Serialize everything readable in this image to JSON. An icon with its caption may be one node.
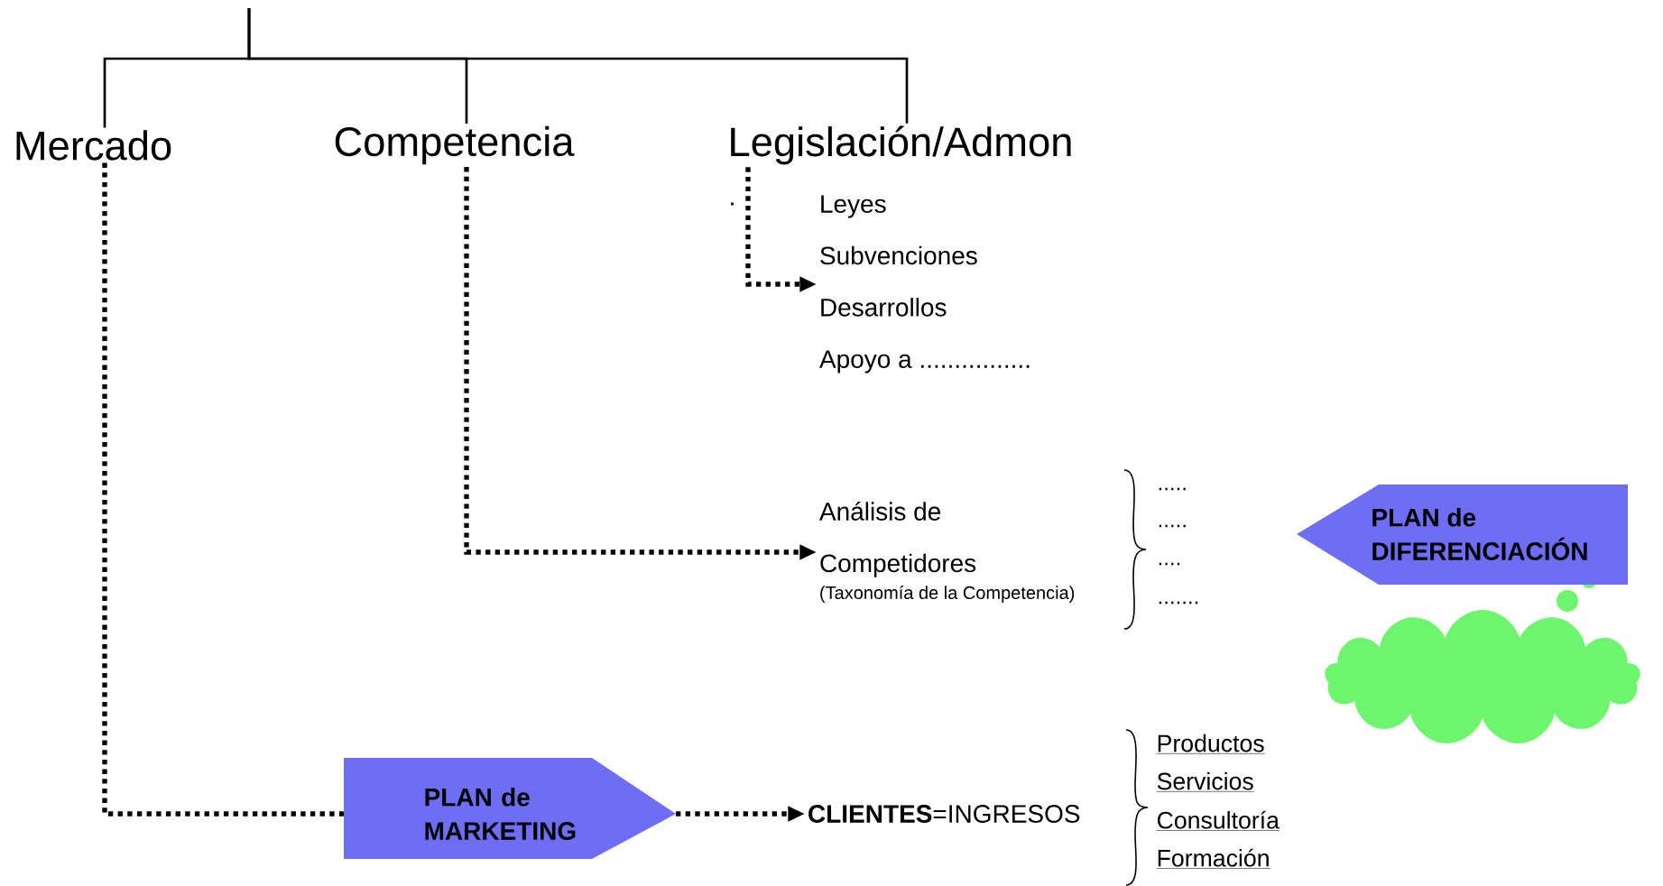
{
  "diagram": {
    "nodes": [
      {
        "text": [
          "Mercado"
        ]
      },
      {
        "text": [
          "Competencia"
        ]
      },
      {
        "text": [
          "Legislación/Admon"
        ]
      },
      {
        "text": [
          "Leyes",
          "Subvenciones",
          "Desarrollos",
          "Apoyo a ................"
        ]
      },
      {
        "text": [
          "Análisis de Competidores",
          "(Taxonomía de la Competencia)"
        ]
      },
      {
        "text": [
          "**CLIENTES**=INGRESOS"
        ]
      },
      {
        "text": [
          "PLAN de MARKETING"
        ]
      },
      {
        "text": [
          "PLAN de DIFERENCIACIÓN"
        ]
      },
      {
        "text": [],
        "shape": "cloud"
      }
    ],
    "edges": [
      {
        "from": null,
        "to": 0,
        "arrow": "none"
      },
      {
        "from": null,
        "to": 1,
        "arrow": "none"
      },
      {
        "from": null,
        "to": 2,
        "arrow": "none"
      },
      {
        "from": 2,
        "to": 3,
        "arrow": "to",
        "style": "dashed"
      },
      {
        "from": 1,
        "to": 4,
        "arrow": "to",
        "style": "dashed"
      },
      {
        "from": 0,
        "to": 6,
        "arrow": "none",
        "style": "dashed"
      },
      {
        "from": 6,
        "to": 5,
        "arrow": "to",
        "style": "dashed"
      }
    ],
    "labels": [
      ".",
      ".....",
      ".....",
      "....",
      ".......",
      "Productos",
      "Servicios",
      "Consultoría",
      "Formación"
    ]
  }
}
